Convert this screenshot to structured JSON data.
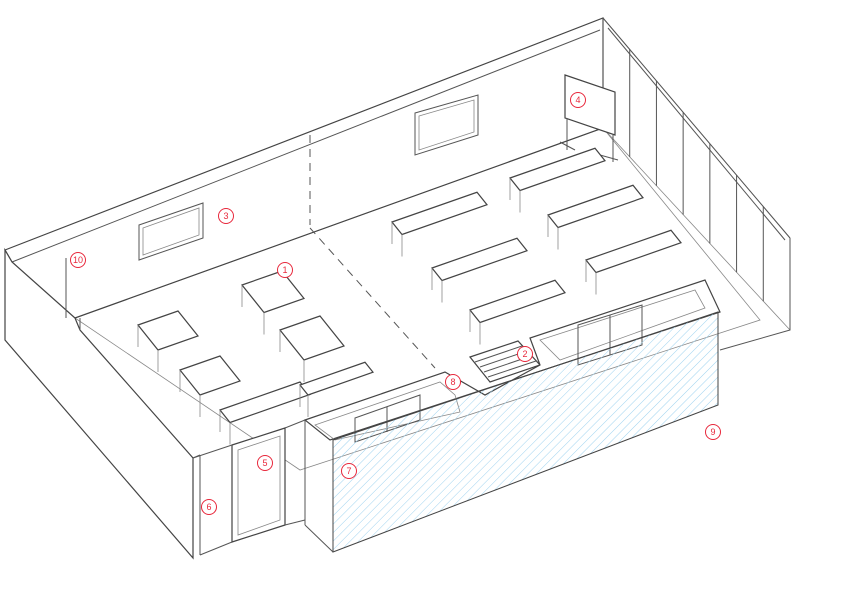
{
  "markers": [
    {
      "label": "1",
      "target": "u-table-arrangement"
    },
    {
      "label": "2",
      "target": "steps"
    },
    {
      "label": "3",
      "target": "back-wall"
    },
    {
      "label": "4",
      "target": "mobile-whiteboard"
    },
    {
      "label": "5",
      "target": "entrance-door"
    },
    {
      "label": "6",
      "target": "left-exterior-wall"
    },
    {
      "label": "7",
      "target": "hatched-partition-wall"
    },
    {
      "label": "8",
      "target": "storage-room"
    },
    {
      "label": "9",
      "target": "exterior"
    },
    {
      "label": "10",
      "target": "corner-post"
    }
  ],
  "colors": {
    "marker": "#e8283c",
    "hatch": "#9fd3f0",
    "lines": "#555555"
  }
}
